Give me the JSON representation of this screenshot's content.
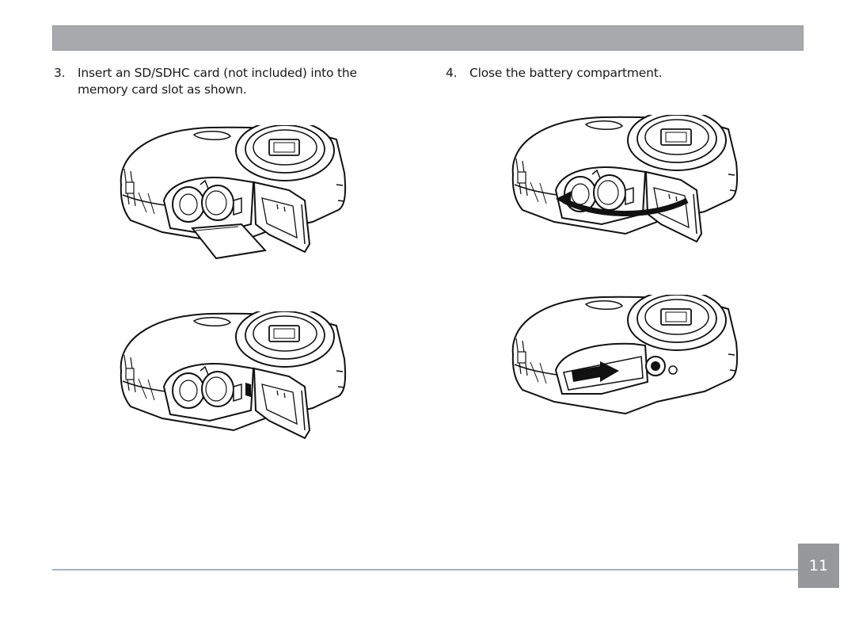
{
  "header": {
    "title": ""
  },
  "steps": [
    {
      "number": "3.",
      "text": "Insert an SD/SDHC card (not included) into the memory card slot as shown."
    },
    {
      "number": "4.",
      "text": "Close the battery compartment."
    }
  ],
  "illustrations": [
    "camera-battery-door-open-sd-card",
    "camera-battery-door-open-card-inserted",
    "camera-battery-door-closing-arrow",
    "camera-battery-door-closed-slide-arrow"
  ],
  "footer": {
    "page_number": "11"
  },
  "colors": {
    "header_bar": "#a7a9ac",
    "footer_rule": "#a7b3c6",
    "page_box": "#96989b"
  }
}
